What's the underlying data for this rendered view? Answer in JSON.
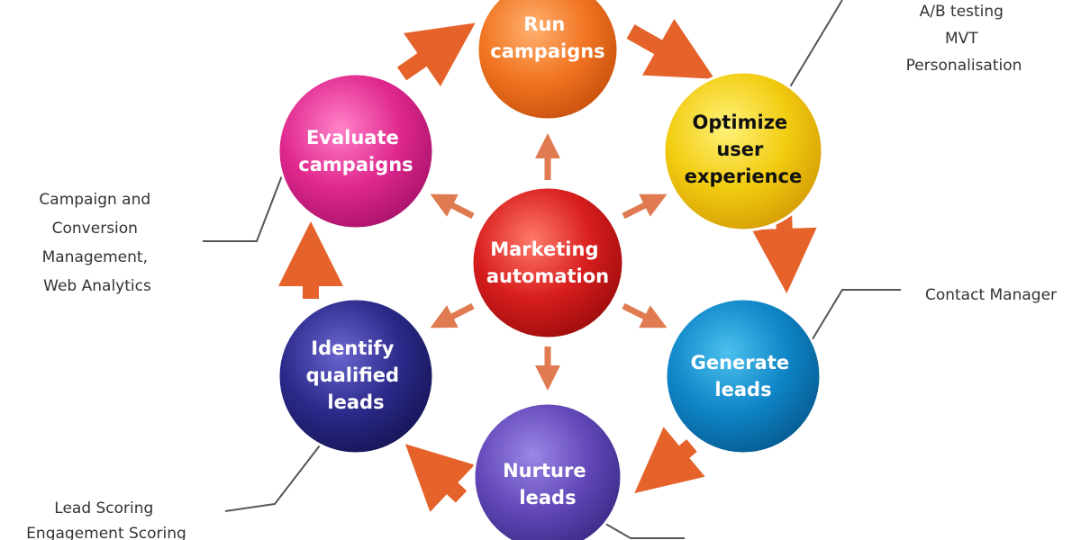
{
  "colors": {
    "run_campaigns": "#f07420",
    "optimize": "#f2cc10",
    "generate_leads": "#0e86c7",
    "nurture_leads": "#6248b8",
    "identify_leads": "#2c2a8a",
    "evaluate": "#e0288e",
    "marketing_automation": "#d81e1e",
    "arrow": "#e5622a",
    "leader_line": "#555555"
  },
  "nodes": {
    "run_campaigns": [
      "Run",
      "campaigns"
    ],
    "optimize": [
      "Optimize",
      "user",
      "experience"
    ],
    "generate_leads": [
      "Generate",
      "leads"
    ],
    "nurture_leads": [
      "Nurture",
      "leads"
    ],
    "identify_leads": [
      "Identify",
      "qualified",
      "leads"
    ],
    "evaluate": [
      "Evaluate",
      "campaigns"
    ],
    "marketing_automation": [
      "Marketing",
      "automation"
    ]
  },
  "annotations": {
    "top_right": [
      "A/B testing",
      "MVT",
      "Personalisation"
    ],
    "contact": [
      "Contact Manager"
    ],
    "left": [
      "Campaign and",
      "Conversion",
      "Management,",
      "Web Analytics"
    ],
    "bottom_left": [
      "Lead Scoring",
      "Engagement Scoring"
    ]
  }
}
